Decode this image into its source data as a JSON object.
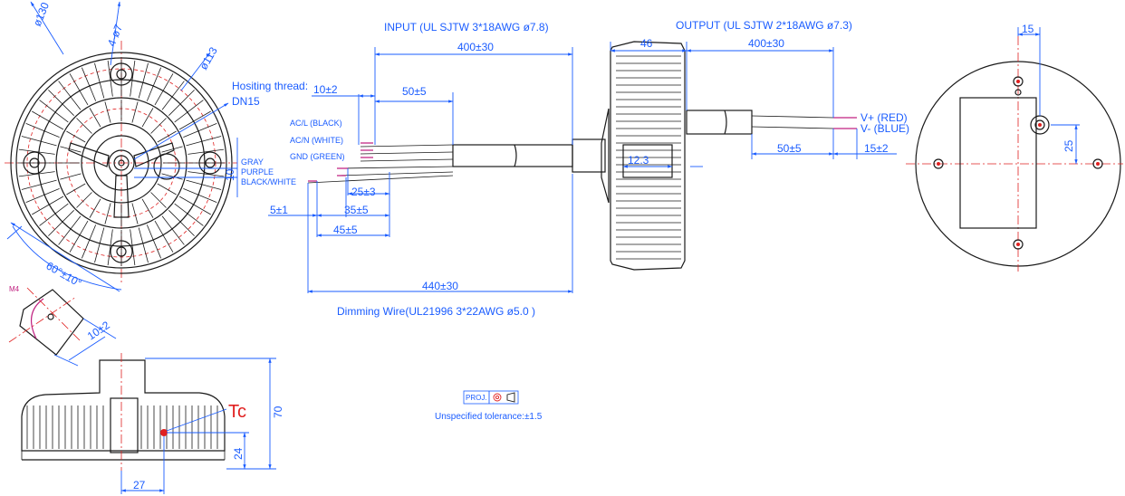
{
  "labels": {
    "input_cable": "INPUT  (UL SJTW  3*18AWG ø7.8)",
    "output_cable": "OUTPUT (UL SJTW  2*18AWG ø7.3)",
    "dimming_wire": "Dimming Wire(UL21996 3*22AWG ø5.0 )",
    "hoisting_1": "Hositing  thread:",
    "hoisting_2": "DN15",
    "ac_l": "AC/L (BLACK)",
    "ac_n": "AC/N (WHITE)",
    "gnd": "GND (GREEN)",
    "gray": "GRAY",
    "purple": "PURPLE",
    "black_white": "BLACK/WHITE",
    "v_plus": "V+ (RED)",
    "v_minus": "V- (BLUE)",
    "tc": "Tc",
    "proj": "PROJ.",
    "tolerance": "Unspecified tolerance:±1.5",
    "m4": "M4"
  },
  "dimensions": {
    "d130": "ø130",
    "hole4": "4-ø7",
    "d113": "ø113",
    "angle": "60°±10°",
    "ten_pm2": "10±2",
    "ten_pm2_b": "10±2",
    "ten": "10",
    "in_400": "400±30",
    "in_50": "50±5",
    "in_25": "25±3",
    "in_5": "5±1",
    "in_35": "35±5",
    "in_45": "45±5",
    "in_440": "440±30",
    "body_46": "46",
    "out_400": "400±30",
    "out_50": "50±5",
    "out_15": "15±2",
    "depth_12": "12.3",
    "side_70": "70",
    "side_24": "24",
    "side_27": "27",
    "back_15": "15",
    "back_25": "25"
  }
}
